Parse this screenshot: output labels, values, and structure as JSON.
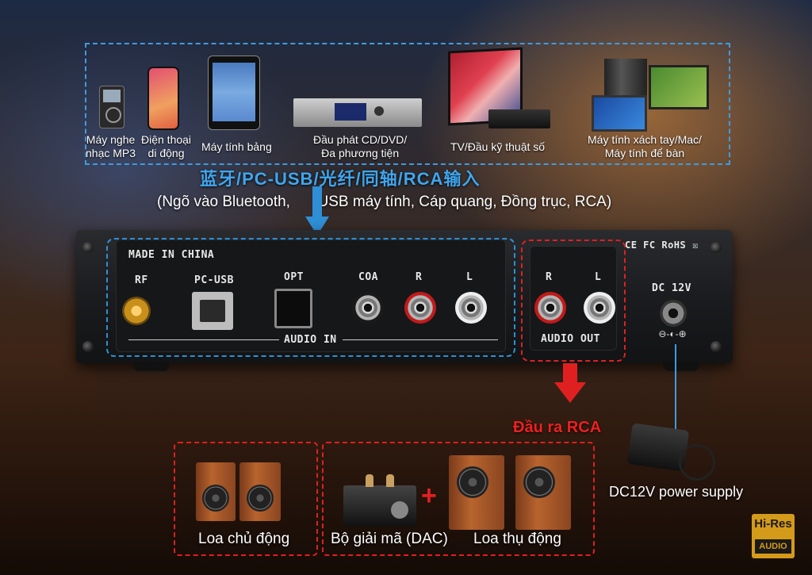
{
  "devices": [
    {
      "name": "mp3",
      "label_lines": [
        "Máy nghe",
        "nhạc MP3"
      ]
    },
    {
      "name": "phone",
      "label_lines": [
        "Điện thoại",
        "di động"
      ]
    },
    {
      "name": "tablet",
      "label_lines": [
        "Máy tính bảng"
      ]
    },
    {
      "name": "cd-player",
      "label_lines": [
        "Đầu phát CD/DVD/",
        "Đa phương tiện"
      ]
    },
    {
      "name": "tv",
      "label_lines": [
        "TV/Đầu kỹ thuật số"
      ]
    },
    {
      "name": "computer",
      "label_lines": [
        "Máy tính xách tay/Mac/",
        "Máy tính để bàn"
      ]
    }
  ],
  "inputs_heading_cn": "蓝牙/PC-USB/光纤/同轴/RCA输入",
  "inputs_heading_vn_part1": "(Ngõ vào Bluetooth,",
  "inputs_heading_vn_part2": "USB máy tính, Cáp quang, Đồng trục, RCA)",
  "panel": {
    "made_in": "MADE IN CHINA",
    "certifications": "CE FC RoHS ☒",
    "ports": {
      "rf": "RF",
      "pc_usb": "PC-USB",
      "opt": "OPT",
      "coa": "COA",
      "in_r": "R",
      "in_l": "L",
      "out_r": "R",
      "out_l": "L",
      "dc": "DC 12V"
    },
    "audio_in": "AUDIO IN",
    "audio_out": "AUDIO OUT"
  },
  "rca_output_label": "Đầu ra RCA",
  "active_speakers": "Loa chủ động",
  "dac_label": "Bộ giải mã (DAC)",
  "plus": "+",
  "passive_speakers": "Loa thụ động",
  "power_supply": "DC12V power supply",
  "badge": {
    "line1": "Hi-Res",
    "line2": "AUDIO"
  },
  "colors": {
    "blue_accent": "#3fa6ee",
    "red_accent": "#e02020",
    "badge_gold": "#d49a1a"
  }
}
